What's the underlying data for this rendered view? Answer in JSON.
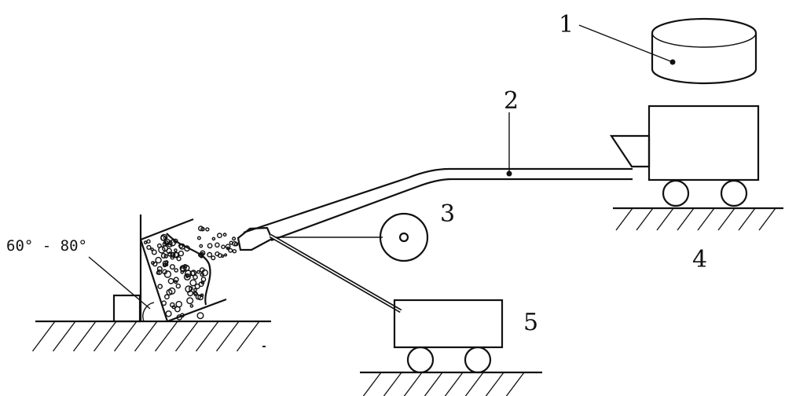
{
  "labels": {
    "one": "1",
    "two": "2",
    "three": "3",
    "four": "4",
    "five": "5"
  },
  "angle_text": "60° - 80°",
  "colors": {
    "ink": "#111111",
    "background": "#ffffff"
  }
}
